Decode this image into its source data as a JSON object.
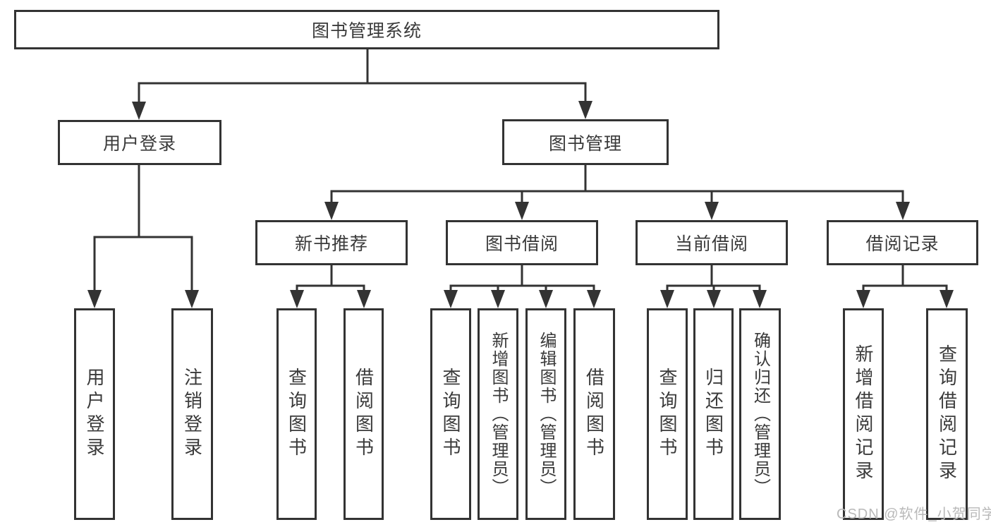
{
  "page": {
    "background": "#ffffff",
    "line_color": "#333333",
    "text_color": "#3a3a3a",
    "watermark_color": "#b9b9b9"
  },
  "diagram": {
    "root": {
      "label": "图书管理系统"
    },
    "branches": [
      {
        "label": "用户登录",
        "children": [
          {
            "label": "用户登录"
          },
          {
            "label": "注销登录"
          }
        ]
      },
      {
        "label": "图书管理",
        "children": [
          {
            "label": "新书推荐",
            "children": [
              {
                "label": "查询图书"
              },
              {
                "label": "借阅图书"
              }
            ]
          },
          {
            "label": "图书借阅",
            "children": [
              {
                "label": "查询图书"
              },
              {
                "label": "新增图书（管理员）"
              },
              {
                "label": "编辑图书（管理员）"
              },
              {
                "label": "借阅图书"
              }
            ]
          },
          {
            "label": "当前借阅",
            "children": [
              {
                "label": "查询图书"
              },
              {
                "label": "归还图书"
              },
              {
                "label": "确认归还（管理员）"
              }
            ]
          },
          {
            "label": "借阅记录",
            "children": [
              {
                "label": "新增借阅记录"
              },
              {
                "label": "查询借阅记录"
              }
            ]
          }
        ]
      }
    ]
  },
  "watermark": {
    "text": "CSDN @软件_小贺同学"
  }
}
